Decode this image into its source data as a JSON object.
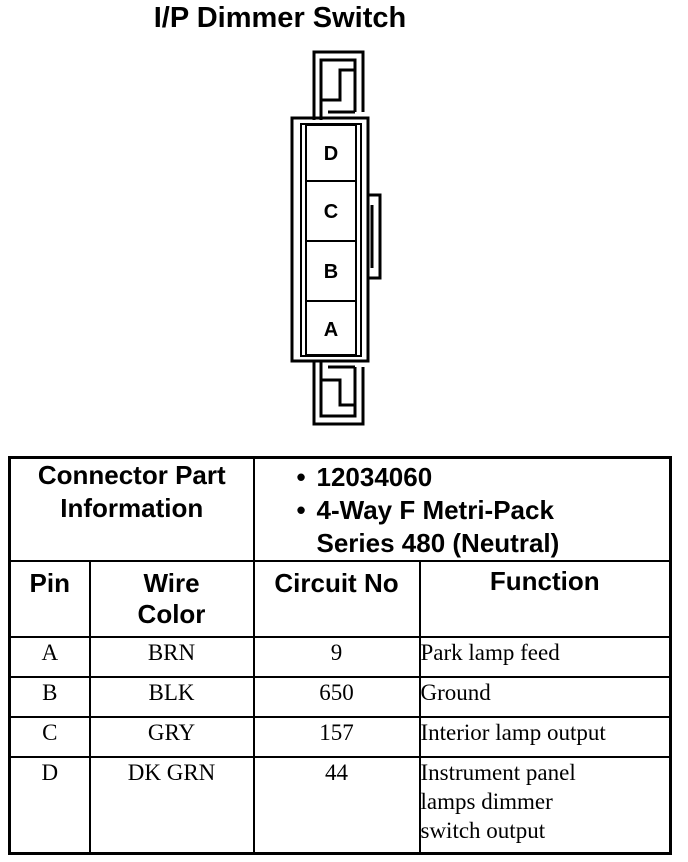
{
  "title": "I/P Dimmer Switch",
  "connector": {
    "pins_top_to_bottom": [
      "D",
      "C",
      "B",
      "A"
    ]
  },
  "table": {
    "info_label_line1": "Connector Part",
    "info_label_line2": "Information",
    "info_items": [
      "12034060",
      "4-Way F Metri-Pack",
      "Series 480 (Neutral)"
    ],
    "headers": {
      "pin": "Pin",
      "wire_color_line1": "Wire",
      "wire_color_line2": "Color",
      "circuit": "Circuit No",
      "function": "Function"
    },
    "rows": [
      {
        "pin": "A",
        "wire": "BRN",
        "circuit": "9",
        "function": [
          "Park lamp feed"
        ]
      },
      {
        "pin": "B",
        "wire": "BLK",
        "circuit": "650",
        "function": [
          "Ground"
        ]
      },
      {
        "pin": "C",
        "wire": "GRY",
        "circuit": "157",
        "function": [
          "Interior lamp output"
        ]
      },
      {
        "pin": "D",
        "wire": "DK GRN",
        "circuit": "44",
        "function": [
          "Instrument panel",
          "lamps dimmer",
          "switch output"
        ]
      }
    ]
  }
}
